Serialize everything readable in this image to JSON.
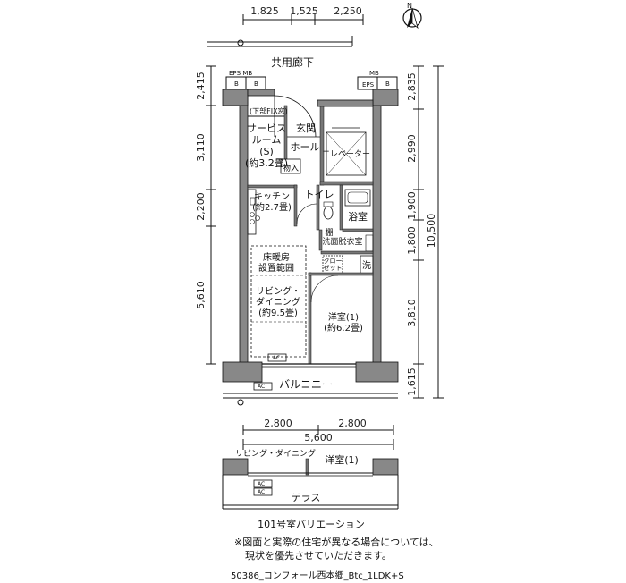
{
  "dimensions": {
    "top": [
      "1,825",
      "1,525",
      "2,250"
    ],
    "left": [
      "2,415",
      "3,110",
      "2,200",
      "5,610"
    ],
    "right": [
      "2,835",
      "2,990",
      "1,900",
      "1,800",
      "3,810",
      "1,615"
    ],
    "right_total": "10,500",
    "bottom": [
      "2,800",
      "2,800"
    ],
    "bottom_total": "5,600"
  },
  "labels": {
    "corridor": "共用廊下",
    "eps_mb_left": "EPS MB",
    "mb_right": "MB",
    "eps_right": "EPS",
    "box_b": "B",
    "lower_fix_window": "(下部FIX窓)",
    "service_room": [
      "サービス",
      "ルーム",
      "(S)",
      "(約3.2畳)"
    ],
    "entrance": "玄関",
    "hall": "ホール",
    "elevator": "エレベーター",
    "storage": "物入",
    "kitchen": [
      "キッチン",
      "(約2.7畳)"
    ],
    "toilet": "トイレ",
    "bath": "浴室",
    "shelf": "棚",
    "washroom": "洗面脱衣室",
    "closet": [
      "クロー",
      "ゼット"
    ],
    "washer": "洗",
    "floor_heating": [
      "床暖房",
      "設置範囲"
    ],
    "living_dining": [
      "リビング・",
      "ダイニング",
      "(約9.5畳)"
    ],
    "western_room": [
      "洋室(1)",
      "(約6.2畳)"
    ],
    "ac": "AC",
    "balcony": "バルコニー",
    "variation_ld": "リビング・ダイニング",
    "variation_room": "洋室(1)",
    "terrace": "テラス",
    "variation_title": "101号室バリエーション",
    "north": "N"
  },
  "notes": {
    "line1": "※図面と実際の住宅が異なる場合については、",
    "line2": "現状を優先させていただきます。",
    "code": "50386_コンフォール西本郷_Btc_1LDK+S"
  }
}
